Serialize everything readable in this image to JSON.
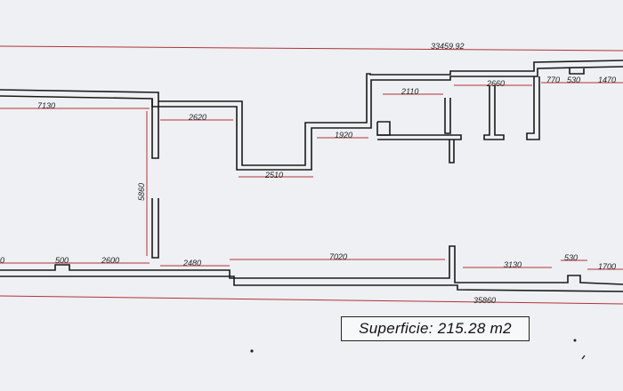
{
  "floor_plan": {
    "dimensions": {
      "top_overall": "33459.92",
      "d_7130": "7130",
      "d_2620": "2620",
      "d_2110": "2110",
      "d_2660": "2660",
      "d_770": "770",
      "d_530_top": "530",
      "d_1470": "1470",
      "d_1920": "1920",
      "d_2510": "2510",
      "d_5860": "5860",
      "d_0": "0",
      "d_500": "500",
      "d_2600": "2600",
      "d_2480": "2480",
      "d_7020": "7020",
      "d_3130": "3130",
      "d_530_bottom": "530",
      "d_1700": "1700",
      "bottom_overall": "35860"
    },
    "area": {
      "label": "Superficie:",
      "value": "215.28 m2"
    }
  }
}
